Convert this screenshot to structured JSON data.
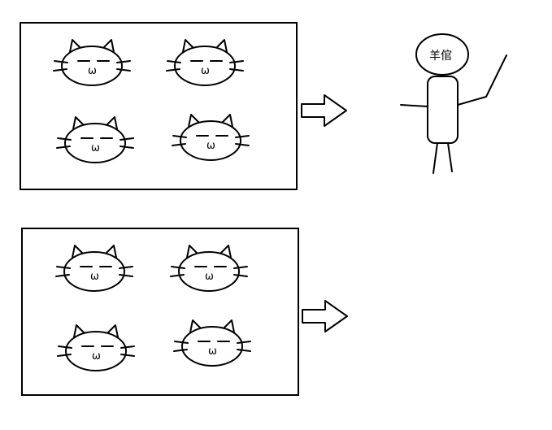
{
  "figure": {
    "person_label": "羊倌",
    "groups": [
      {
        "cats": 4,
        "leads_to_person": true
      },
      {
        "cats": 4,
        "leads_to_person": false
      }
    ],
    "colors": {
      "ink": "#000000",
      "paper": "#ffffff"
    }
  }
}
